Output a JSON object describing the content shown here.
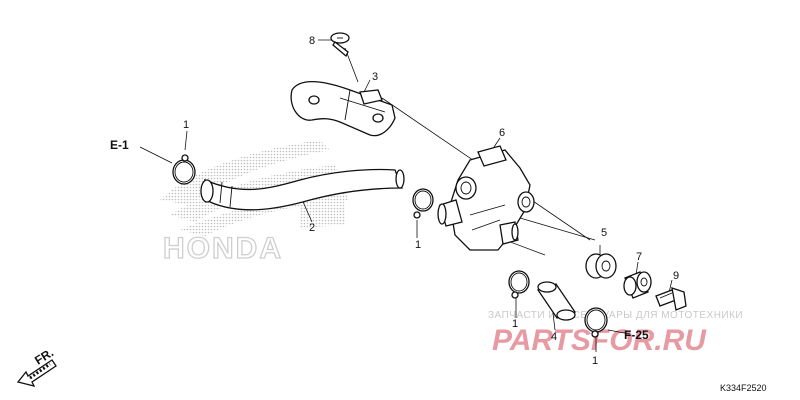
{
  "callouts": {
    "c1a": "1",
    "c1b": "1",
    "c1c": "1",
    "c1d": "1",
    "c2": "2",
    "c3": "3",
    "c4": "4",
    "c5": "5",
    "c6": "6",
    "c7": "7",
    "c8": "8",
    "c9": "9"
  },
  "refs": {
    "e1": "E-1",
    "f25": "F-25",
    "fr": "FR."
  },
  "logo_text": "HONDA",
  "watermark": {
    "tagline": "ЗАПЧАСТИ И АКСЕССУАРЫ ДЛЯ МОТОТЕХНИКИ",
    "brand": "PARTSFOR.RU"
  },
  "diagram_code": "K334F2520",
  "colors": {
    "ink": "#111111",
    "watermark_pink": "#e79aa2",
    "watermark_gray": "#c9c9c9",
    "logo_gray": "#cfcfcf"
  }
}
